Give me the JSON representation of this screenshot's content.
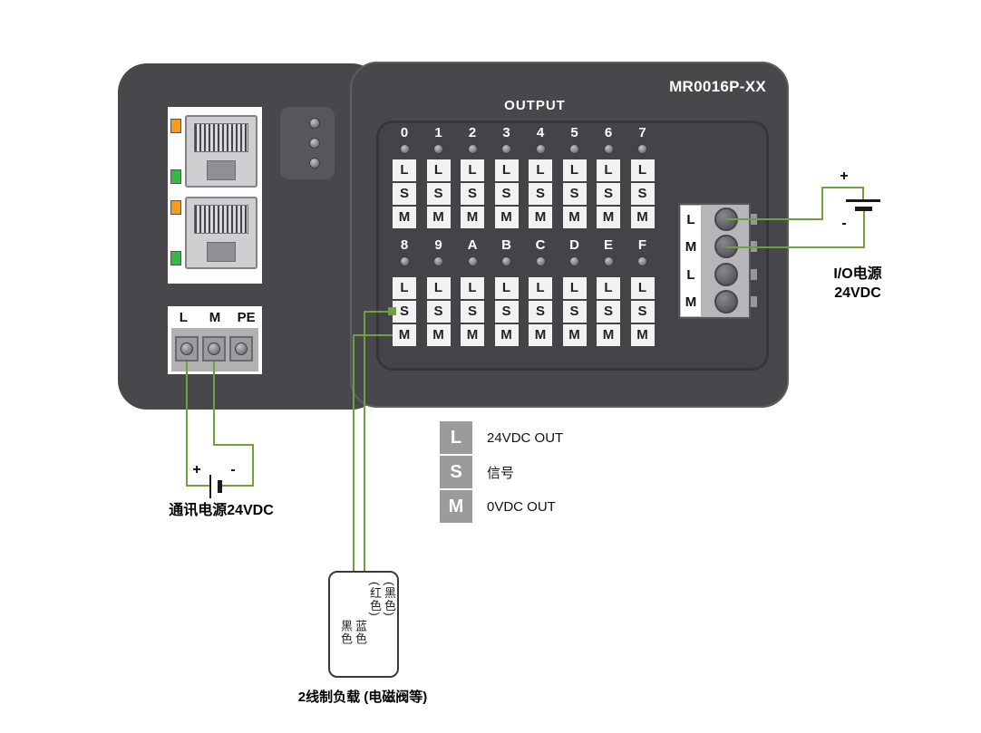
{
  "device": {
    "model": "MR0016P-XX",
    "output_label": "OUTPUT",
    "banks": [
      {
        "channels": [
          "0",
          "1",
          "2",
          "3",
          "4",
          "5",
          "6",
          "7"
        ]
      },
      {
        "channels": [
          "8",
          "9",
          "A",
          "B",
          "C",
          "D",
          "E",
          "F"
        ]
      }
    ],
    "terminal_letters": [
      "L",
      "S",
      "M"
    ],
    "io_terminal_block": {
      "labels": [
        "L",
        "M",
        "L",
        "M"
      ]
    },
    "comm_terminal_block": {
      "labels": [
        "L",
        "M",
        "PE"
      ]
    }
  },
  "legend": {
    "items": [
      {
        "key": "L",
        "desc": "24VDC OUT"
      },
      {
        "key": "S",
        "desc": "信号"
      },
      {
        "key": "M",
        "desc": "0VDC OUT"
      }
    ]
  },
  "annotations": {
    "io_power": {
      "plus": "+",
      "minus": "-",
      "label_line1": "I/O电源",
      "label_line2": "24VDC"
    },
    "comm_power": {
      "plus": "+",
      "minus": "-",
      "label": "通讯电源24VDC"
    },
    "load": {
      "caption": "2线制负载 (电磁阀等)",
      "labels": [
        "黑色",
        "蓝色",
        "(红色)",
        "(黑色)"
      ]
    }
  },
  "colors": {
    "wire_green": "#6fa23c",
    "body_gray": "#48484c",
    "led_orange": "#f59a23",
    "led_green": "#3bb54a",
    "legend_gray": "#9b9b9d"
  }
}
